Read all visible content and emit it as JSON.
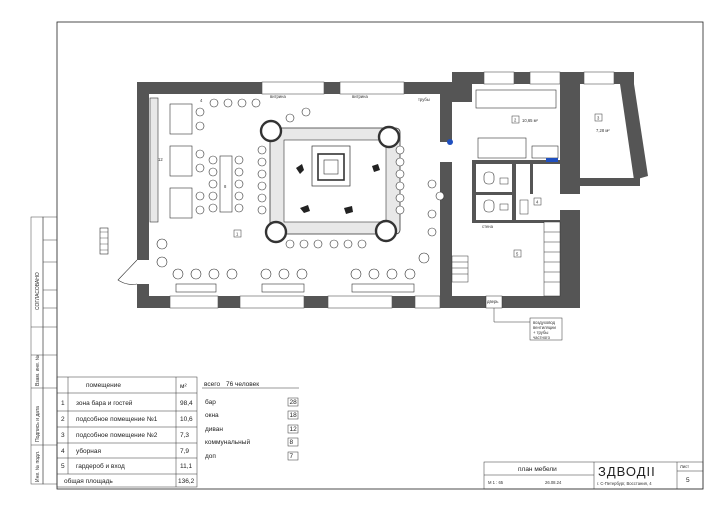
{
  "plan": {
    "room_numbers": [
      "1",
      "2",
      "3",
      "4",
      "5"
    ],
    "labels": {
      "vitrine_1": "витрина",
      "vitrine_2": "витрина",
      "pipe": "трубы",
      "area_2": "10,65 м²",
      "area_3": "7,28 м²",
      "mark_12": "12",
      "mark_8": "8",
      "mark_4": "4",
      "vent_note_1": "воздуховод",
      "vent_note_2": "вентиляции",
      "vent_note_3": "+ трубы",
      "vent_note_4": "частного",
      "wall_note": "стена",
      "door_note": "дверь"
    }
  },
  "side_stamp": {
    "agreed": "СОГЛАСОВАНО",
    "inv_sub": "Взам. инв. №",
    "sign_date": "Подпись и дата",
    "inv_orig": "Инв. № подл."
  },
  "rooms_table": {
    "header_name": "помещение",
    "header_area": "м²",
    "rows": [
      {
        "num": "1",
        "name": "зона бара и гостей",
        "area": "98,4"
      },
      {
        "num": "2",
        "name": "подсобное помещение №1",
        "area": "10,6"
      },
      {
        "num": "3",
        "name": "подсобное помещение №2",
        "area": "7,3"
      },
      {
        "num": "4",
        "name": "уборная",
        "area": "7,9"
      },
      {
        "num": "5",
        "name": "гардероб и вход",
        "area": "11,1"
      }
    ],
    "total_label": "общая площадь",
    "total_value": "136,2"
  },
  "seats_table": {
    "total_label": "всего",
    "total_value": "76 человек",
    "rows": [
      {
        "name": "бар",
        "value": "28"
      },
      {
        "name": "окна",
        "value": "18"
      },
      {
        "name": "диван",
        "value": "12"
      },
      {
        "name": "коммунальный",
        "value": "8"
      },
      {
        "name": "доп",
        "value": "7"
      }
    ]
  },
  "title_block": {
    "title": "план мебели",
    "scale": "М 1 : 65",
    "date": "26.08.24",
    "logo": "ЗДВОДІІ",
    "address": "г. С-Петербург, Восстания, 4",
    "sheet_label": "Лист",
    "sheet_number": "5"
  },
  "colors": {
    "wall": "#555555",
    "line": "#222222",
    "furniture": "#e8e8e8",
    "accent": "#1f4fbf"
  }
}
